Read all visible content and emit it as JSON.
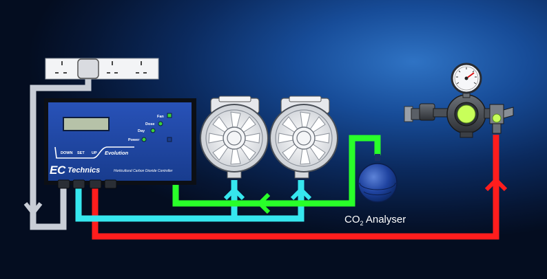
{
  "controller": {
    "brand_e": "E",
    "brand_c": "C",
    "brand_name": "Technics",
    "tagline": "Horticultural Carbon Dioxide Controller",
    "model": "Evolution",
    "buttons": {
      "down": "DOWN",
      "set": "SET",
      "up": "UP"
    },
    "indicators": {
      "fan": "Fan",
      "dose": "Dose",
      "day": "Day",
      "power": "Power"
    }
  },
  "analyser": {
    "label_co": "CO",
    "label_sub": "2",
    "label_rest": " Analyser"
  },
  "colors": {
    "co2_line": "#ff1d1d",
    "sample_line": "#29ff29",
    "fan_line": "#36e6ee",
    "power_line": "#c8cdd6",
    "controller_panel": "#1f47a8",
    "led": "#3bd13b"
  },
  "icons": [
    "power-socket-strip",
    "plug-icon",
    "fan-unit-icon",
    "co2-analyser-icon",
    "co2-regulator-icon",
    "pressure-gauge-icon",
    "flow-arrow-icon"
  ]
}
